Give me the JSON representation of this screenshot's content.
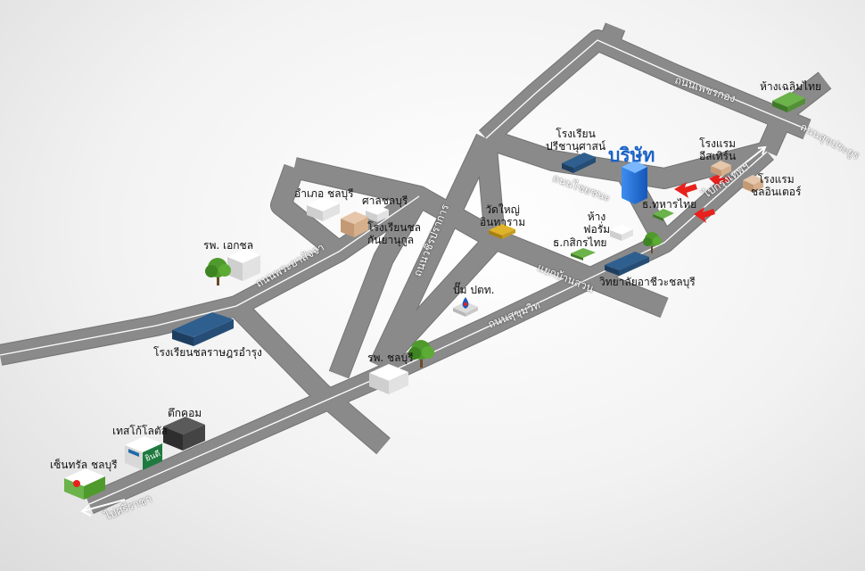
{
  "roads": {
    "phet_kong": "ถนนเพชรกอง",
    "sukhumvit_right": "ถนนสุขประยูร",
    "chaichana": "ถนนไชยชนะ",
    "to_bangkok": "ไปกรุงเทพฯ",
    "wachira": "ถนนวชิรปราการ",
    "phra_ya": "ถนนพระยาสัจจา",
    "yaek_ban_suan": "แยกบ้านสวน",
    "sukhumvit": "ถนนสุขุมวิท",
    "to_sriracha": "ไปศรีราชา"
  },
  "places": {
    "company": "บริษัท",
    "school_preecha_1": "โรงเรียน",
    "school_preecha_2": "ปรีชานุศาสน์",
    "hotel_eastern_1": "โรงแรม",
    "hotel_eastern_2": "อีสเทิร์น",
    "central_mall": "ห้างเฉลิมไทย",
    "hotel_inter_1": "โรงแรม",
    "hotel_inter_2": "ชลอินเตอร์",
    "bank_thai_military": "ธ.ทหารไทย",
    "wat_yai_1": "วัดใหญ่",
    "wat_yai_2": "อินทาราม",
    "forum_1": "ห้าง",
    "forum_2": "ฟอรั่ม",
    "kasikorn": "ธ.กสิกรไทย",
    "amphoe": "อำเภอ ชลบุรี",
    "court": "ศาลชลบุรี",
    "school_kanya_1": "โรงเรียนชล",
    "school_kanya_2": "กันยานุกูล",
    "aek_hospital": "รพ. เอกชล",
    "vocational": "วิทยาลัยอาชีวะชลบุรี",
    "ptt": "ปั๊ม ปตท.",
    "school_rat": "โรงเรียนชลราษฎรอำรุง",
    "chonburi_hospital": "รพ. ชลบุรี",
    "tuk_com": "ตึกคอม",
    "tesco": "เทสโก้โลตัส",
    "tesco_sign": "ยินดี",
    "central": "เซ็นทรัล ชลบุรี"
  },
  "colors": {
    "road": "#8a8a8a",
    "company": "#1b63c6",
    "arrow": "#e8211d",
    "tree": "#4f9a2c"
  }
}
